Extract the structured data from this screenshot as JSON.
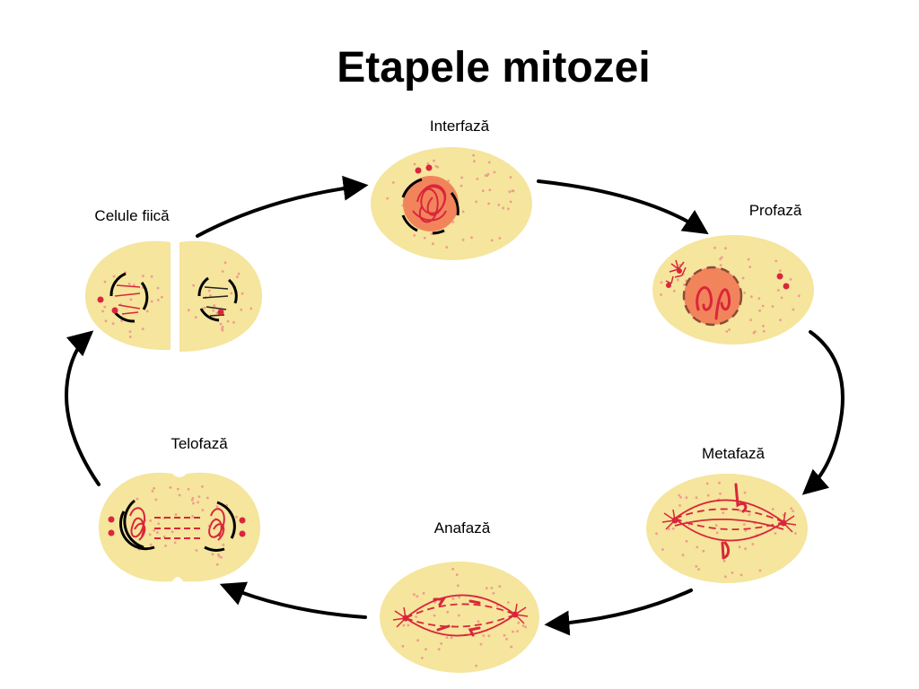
{
  "title": "Etapele mitozei",
  "stages": {
    "interphase": "Interfază",
    "prophase": "Profază",
    "metaphase": "Metafază",
    "anaphase": "Anafază",
    "telophase": "Telofază",
    "daughter_cells": "Celule fiică"
  },
  "colors": {
    "cytoplasm": "#f5e59d",
    "dot": "#f29b8f",
    "chromosome": "#d9263a",
    "nucleus": "#f2845c",
    "arrow": "#000000"
  }
}
